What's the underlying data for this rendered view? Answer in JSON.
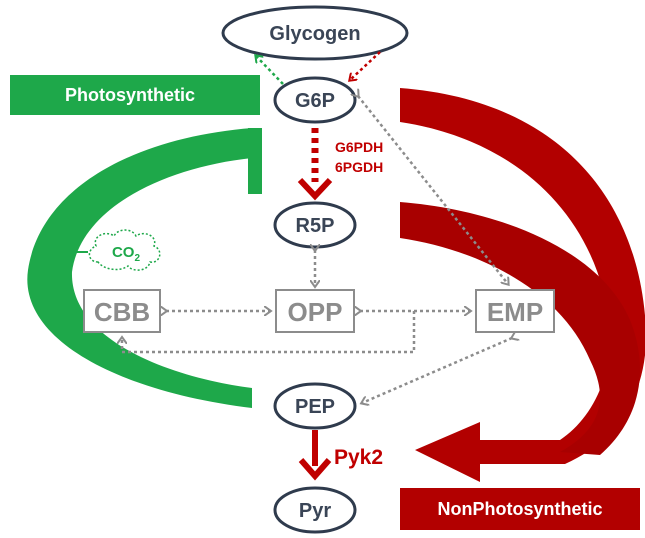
{
  "nodes": {
    "glycogen": "Glycogen",
    "g6p": "G6P",
    "r5p": "R5P",
    "pep": "PEP",
    "pyr": "Pyr"
  },
  "pathways": {
    "cbb": "CBB",
    "opp": "OPP",
    "emp": "EMP"
  },
  "enzymes": {
    "g6pdh": "G6PDH",
    "pgdh": "6PGDH",
    "pyk2": "Pyk2"
  },
  "co2": {
    "main": "CO",
    "sub": "2"
  },
  "banners": {
    "photosynthetic": "Photosynthetic",
    "nonphotosynthetic": "NonPhotosynthetic"
  },
  "colors": {
    "photosynthetic_green": "#1ea84a",
    "nonphotosynthetic_red": "#b20000",
    "node_outline": "#2f3b4d",
    "pathway_gray": "#8c8c8c"
  }
}
